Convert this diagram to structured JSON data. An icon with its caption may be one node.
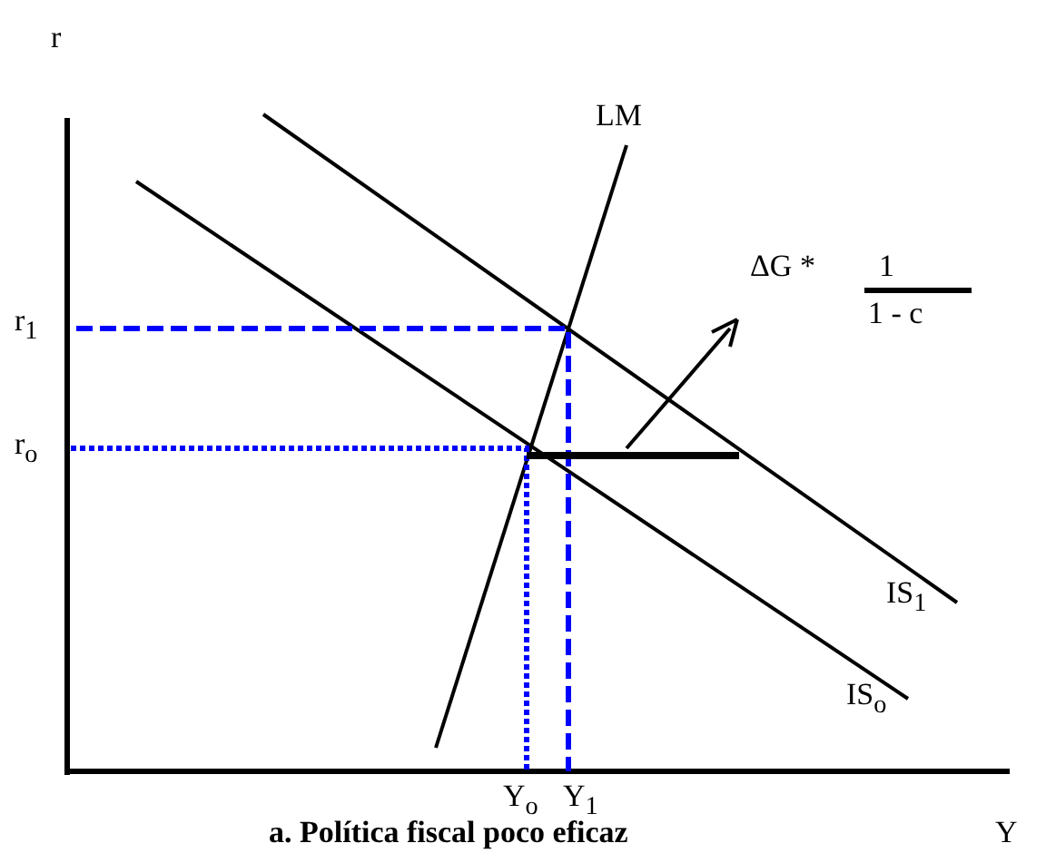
{
  "diagram": {
    "caption": "a. Política fiscal poco eficaz",
    "labels": [
      "r",
      "LM",
      "ΔG *",
      "1",
      "1 - c",
      "r$_{1}$",
      "r$_{o}$",
      "IS$_{1}$",
      "IS$_{o}$",
      "Y$_{o}$",
      "Y$_{1}$",
      "Y"
    ]
  }
}
